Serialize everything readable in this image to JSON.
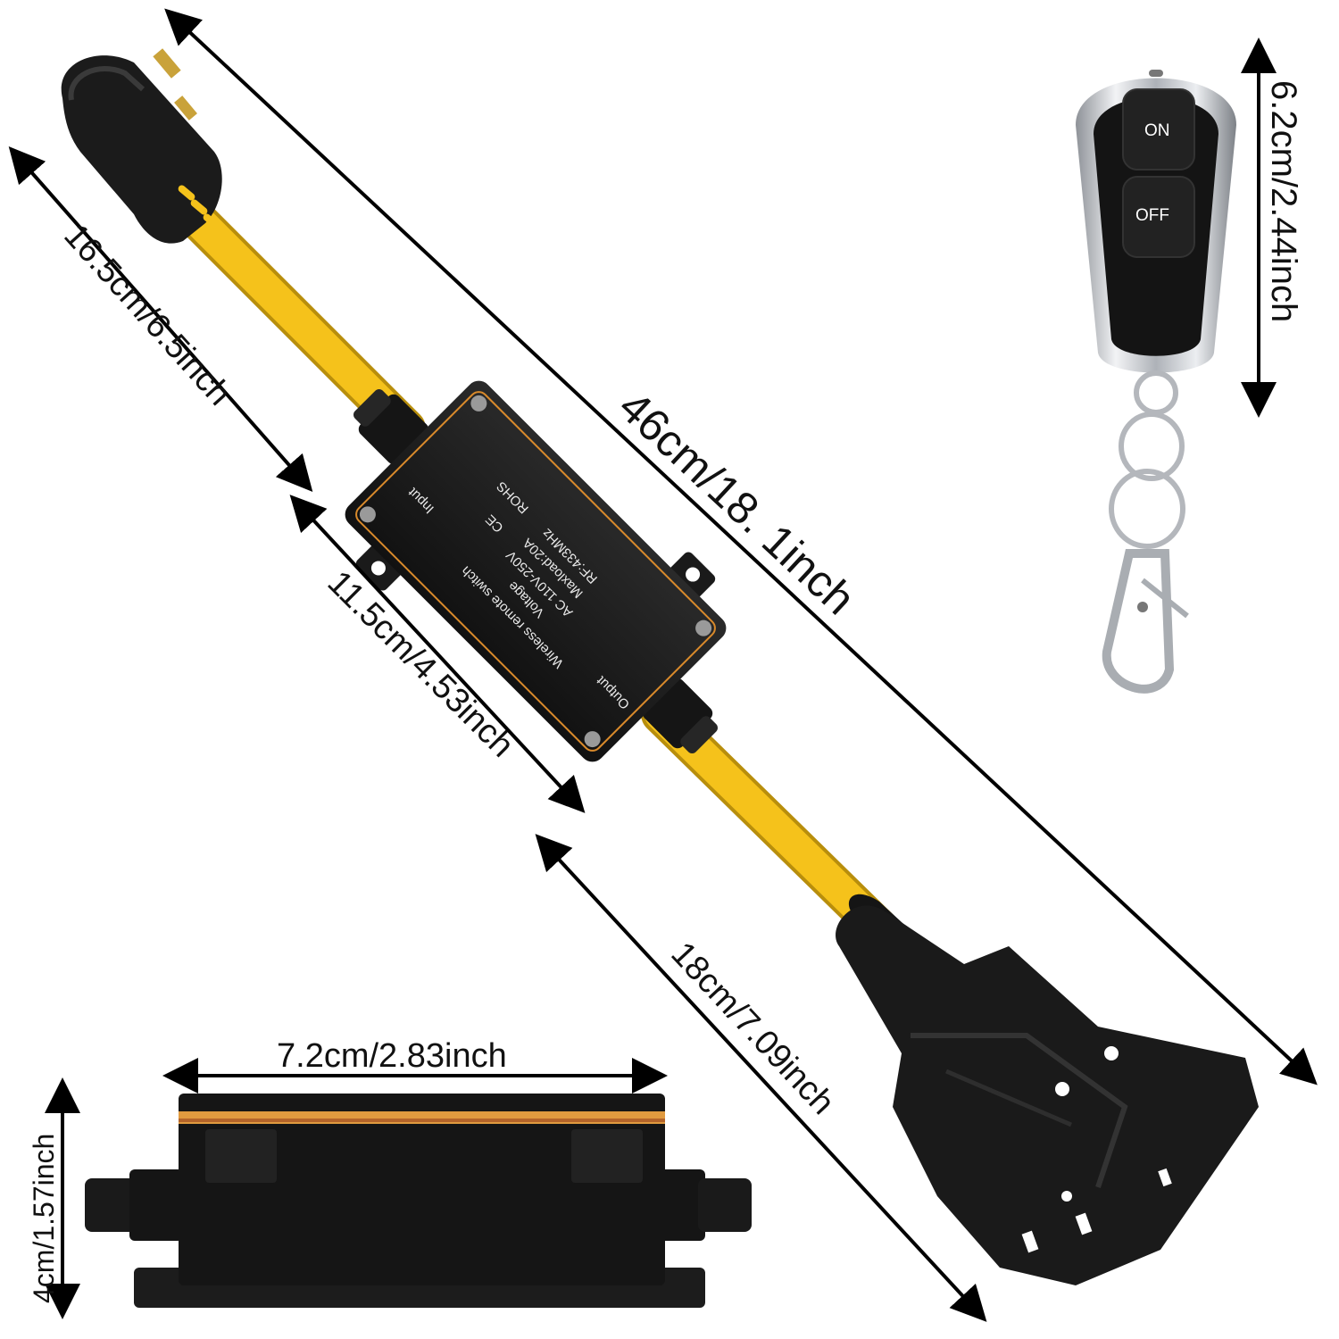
{
  "dimensions": {
    "total_length": "46cm/18. 1inch",
    "plug_segment": "16.5cm/6.5inch",
    "switch_box_length": "11.5cm/4.53inch",
    "outlet_segment": "18cm/7.09inch",
    "remote_height": "6.2cm/2.44inch",
    "box_width": "7.2cm/2.83inch",
    "box_height": "4cm/1.57inch"
  },
  "switch_box": {
    "title": "Wireless remote switch",
    "voltage_label": "Voltage",
    "voltage_value": "AC 110V-250V",
    "max_load": "Maxload:20A",
    "rf": "RF:433MHz",
    "input_label": "Input",
    "output_label": "Output",
    "marks": "CE",
    "rohs": "ROHS"
  },
  "remote": {
    "on_label": "ON",
    "off_label": "OFF"
  },
  "colors": {
    "cable": "#f5c21b",
    "body": "#1a1a1a",
    "seal": "#d98a2b",
    "chrome": "#c9ccd1",
    "arrow": "#000000"
  }
}
